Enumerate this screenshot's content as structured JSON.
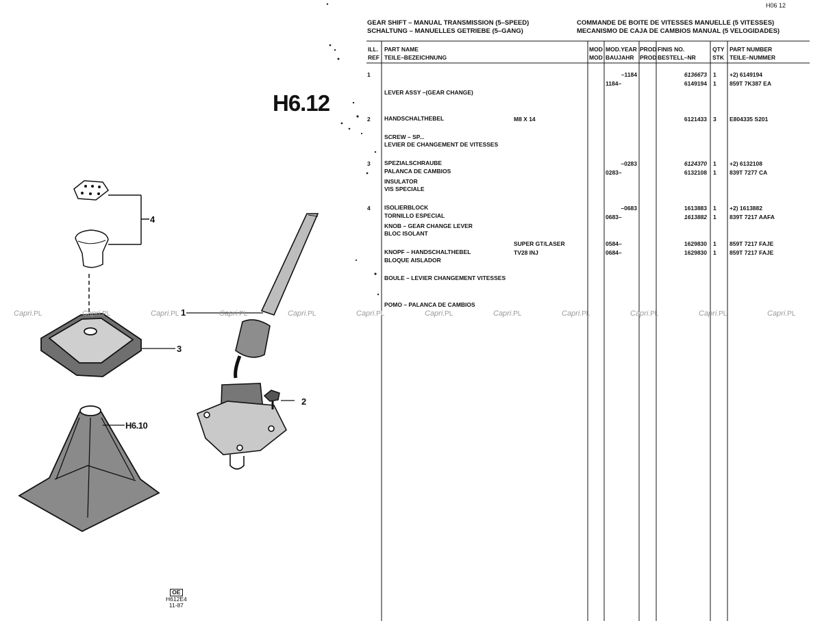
{
  "page_code": "H06 12",
  "section_title": "H6.12",
  "header": {
    "left_line1": "GEAR SHIFT – MANUAL TRANSMISSION (5–SPEED)",
    "left_line2": "SCHALTUNG – MANUELLES GETRIEBE (5–GANG)",
    "right_line1": "COMMANDE DE BOITE DE VITESSES MANUELLE (5 VITESSES)",
    "right_line2": "MECANISMO DE CAJA DE CAMBIOS MANUAL (5 VELOGIDADES)"
  },
  "columns": {
    "ill_1": "ILL.",
    "ill_2": "REF",
    "name_1": "PART NAME",
    "name_2": "TEILE–BEZEICHNUNG",
    "mod_1": "MOD",
    "mod_2": "MOD",
    "year_1": "MOD.YEAR",
    "year_2": "BAUJAHR",
    "prod_1": "PROD",
    "prod_2": "PROD",
    "finis_1": "FINIS NO.",
    "finis_2": "BESTELL–NR",
    "qty_1": "QTY",
    "qty_2": "STK",
    "pn_1": "PART NUMBER",
    "pn_2": "TEILE–NUMMER"
  },
  "parts": {
    "p1": {
      "ref": "1",
      "names": [
        "LEVER ASSY –(GEAR CHANGE)",
        "HANDSCHALTHEBEL",
        "LEVIER DE CHANGEMENT DE VITESSES",
        "PALANCA DE CAMBIOS"
      ],
      "rows": [
        {
          "year": "–1184",
          "finis": "6136673",
          "qty": "1",
          "pn": "+2) 6149194"
        },
        {
          "year": "1184–",
          "finis": "6149194",
          "qty": "1",
          "pn": "859T 7K387 EA"
        }
      ]
    },
    "p2": {
      "ref": "2",
      "names": [
        "SCREW – SP...",
        "SPEZIALSCHRAUBE",
        "VIS SPECIALE",
        "TORNILLO ESPECIAL"
      ],
      "spec": "M8 X 14",
      "rows": [
        {
          "finis": "6121433",
          "qty": "3",
          "pn": "E804335 S201"
        }
      ]
    },
    "p3": {
      "ref": "3",
      "names": [
        "INSULATOR",
        "ISOLIERBLOCK",
        "BLOC ISOLANT",
        "BLOQUE AISLADOR"
      ],
      "rows": [
        {
          "year": "–0283",
          "finis": "6124370",
          "qty": "1",
          "pn": "+2) 6132108"
        },
        {
          "year": "0283–",
          "finis": "6132108",
          "qty": "1",
          "pn": "839T 7277 CA"
        }
      ]
    },
    "p4": {
      "ref": "4",
      "names": [
        "KNOB – GEAR CHANGE LEVER",
        "KNOPF – HANDSCHALTHEBEL",
        "BOULE – LEVIER CHANGEMENT VITESSES",
        "POMO – PALANCA DE CAMBIOS"
      ],
      "rows": [
        {
          "year": "–0683",
          "finis": "1613883",
          "qty": "1",
          "pn": "+2) 1613882"
        },
        {
          "year": "0683–",
          "finis": "1613882",
          "qty": "1",
          "pn": "839T 7217 AAFA"
        },
        {
          "mod": "SUPER GT/LASER",
          "year": "0584–",
          "finis": "1629830",
          "qty": "1",
          "pn": "859T 7217 FAJE"
        },
        {
          "mod": "TV28 INJ",
          "year": "0684–",
          "finis": "1629830",
          "qty": "1",
          "pn": "859T 7217 FAJE"
        }
      ]
    }
  },
  "diagram": {
    "callout_1": "1",
    "callout_2": "2",
    "callout_3": "3",
    "callout_4": "4",
    "ref_h610": "H6.10"
  },
  "watermark": {
    "brand": "Capri",
    "suffix": ".PL"
  },
  "footer": {
    "logo": "OE",
    "code": "H612E4",
    "date": "11-87"
  }
}
